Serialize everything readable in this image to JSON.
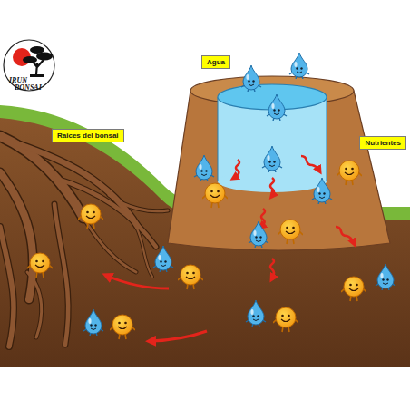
{
  "diagram": {
    "nodes": [
      {
        "text": [
          "Agua"
        ]
      },
      {
        "text": [
          "Raices del bonsai"
        ]
      },
      {
        "text": [
          "Nutrientes"
        ]
      }
    ],
    "edges": [],
    "labels": [
      "IRUN",
      "BONSAI"
    ]
  }
}
